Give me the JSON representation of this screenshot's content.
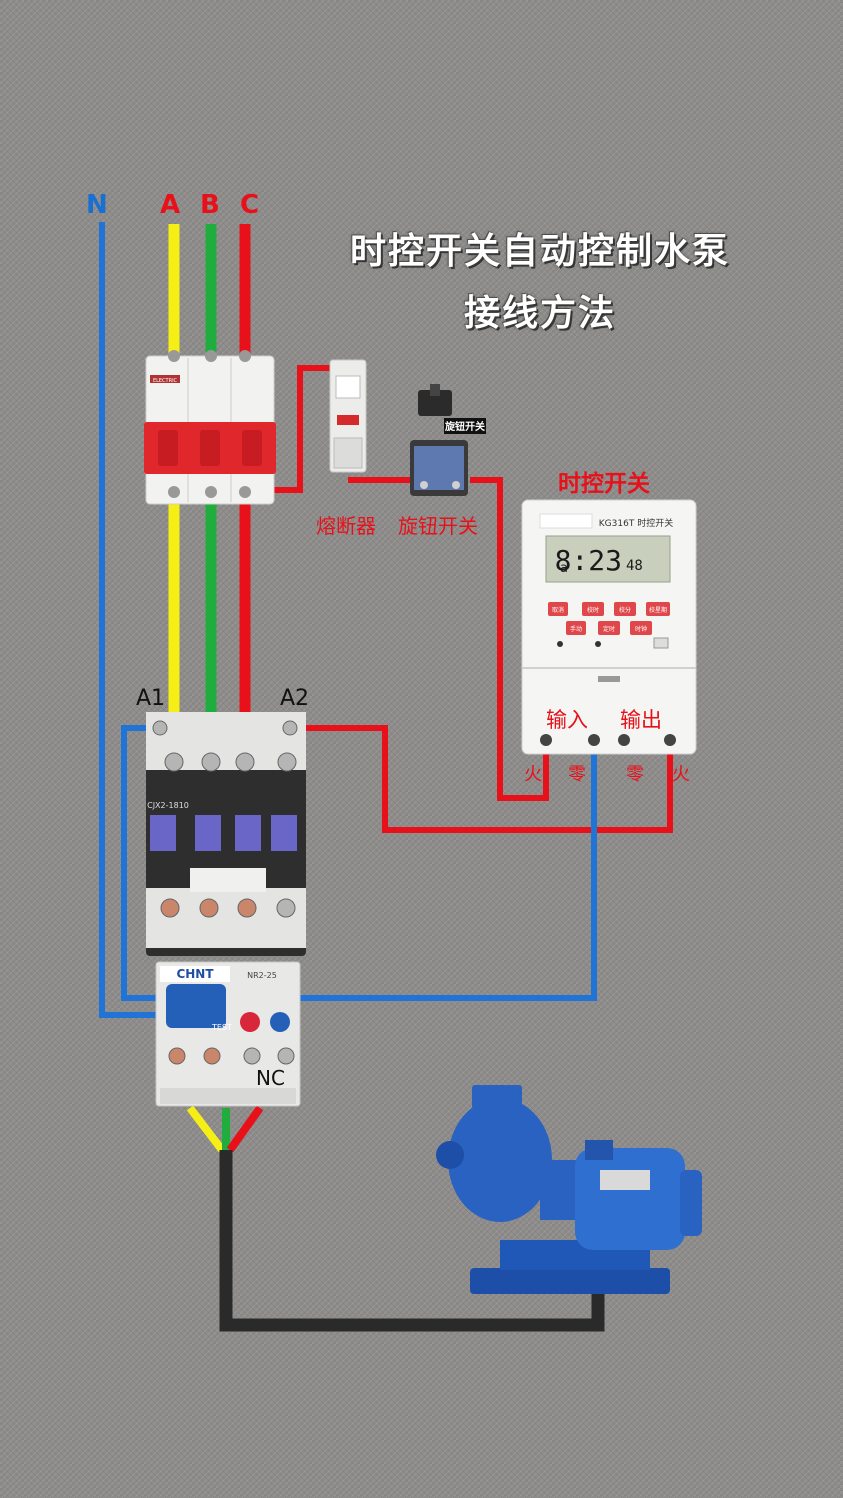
{
  "title": {
    "line1": "时控开关自动控制水泵",
    "line2": "接线方法"
  },
  "phases": {
    "n": "N",
    "a": "A",
    "b": "B",
    "c": "C"
  },
  "components": {
    "fuse_label": "熔断器",
    "knob_label": "旋钮开关",
    "knob_tag": "旋钮开关",
    "timer_heading": "时控开关",
    "timer_model": "KG316T 时控开关",
    "timer_time": "8:23",
    "timer_seconds": "48",
    "timer_input": "输入",
    "timer_output": "输出",
    "term_live_in": "火",
    "term_neutral_in": "零",
    "term_neutral_out": "零",
    "term_live_out": "火",
    "contactor_model": "CJX2-1810",
    "relay_brand": "CHNT",
    "relay_model": "NR2-25",
    "coil_a1": "A1",
    "coil_a2": "A2",
    "nc": "NC",
    "breaker_brand": "ELECTRIC",
    "btn_1": "取消",
    "btn_2": "校时",
    "btn_3": "校分",
    "btn_4": "校星期",
    "btn_5": "手动",
    "btn_6": "定时",
    "btn_7": "时钟",
    "relay_test": "TEST"
  },
  "wire_colors": {
    "yellow": "#f5ef15",
    "green": "#1fae3e",
    "red": "#e8111a",
    "blue": "#1f74d6",
    "black": "#2a2a2a"
  }
}
